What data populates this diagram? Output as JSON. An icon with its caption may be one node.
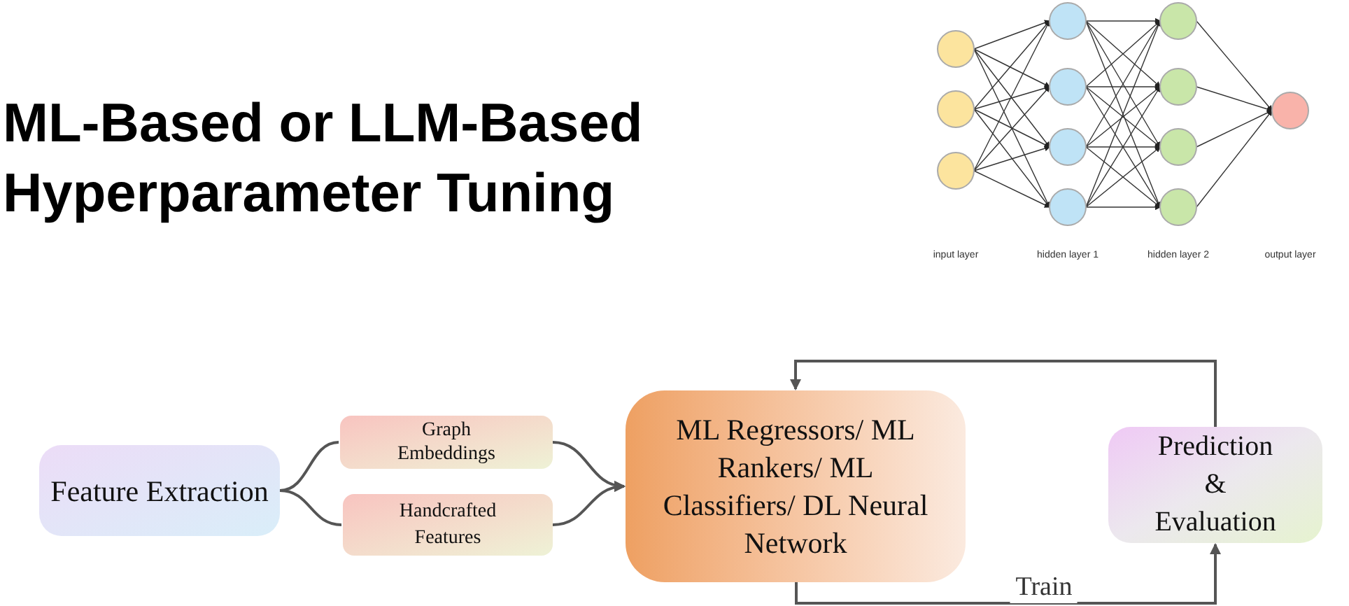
{
  "diagram": {
    "title": "ML-Based or LLM-Based Hyperparameter Tuning",
    "nodes": [
      {
        "text": [
          "Feature Extraction"
        ]
      },
      {
        "text": [
          "Graph Embeddings"
        ]
      },
      {
        "text": [
          "Handcrafted Features"
        ]
      },
      {
        "text": [
          "ML Regressors/ ML Rankers/ ML Classifiers/ DL Neural Network"
        ]
      },
      {
        "text": [
          "Prediction & Evaluation"
        ]
      }
    ],
    "edges": [
      {
        "from": 0,
        "to": 1,
        "arrow": "none"
      },
      {
        "from": 0,
        "to": 2,
        "arrow": "none"
      },
      {
        "from": 1,
        "to": 3,
        "arrow": "to"
      },
      {
        "from": 2,
        "to": 3,
        "arrow": "to"
      },
      {
        "from": 3,
        "to": 4,
        "arrow": "to",
        "label": "Train"
      },
      {
        "from": 4,
        "to": 3,
        "arrow": "to"
      }
    ],
    "labels": [
      "input layer",
      "hidden layer 1",
      "hidden layer 2",
      "output layer"
    ]
  }
}
